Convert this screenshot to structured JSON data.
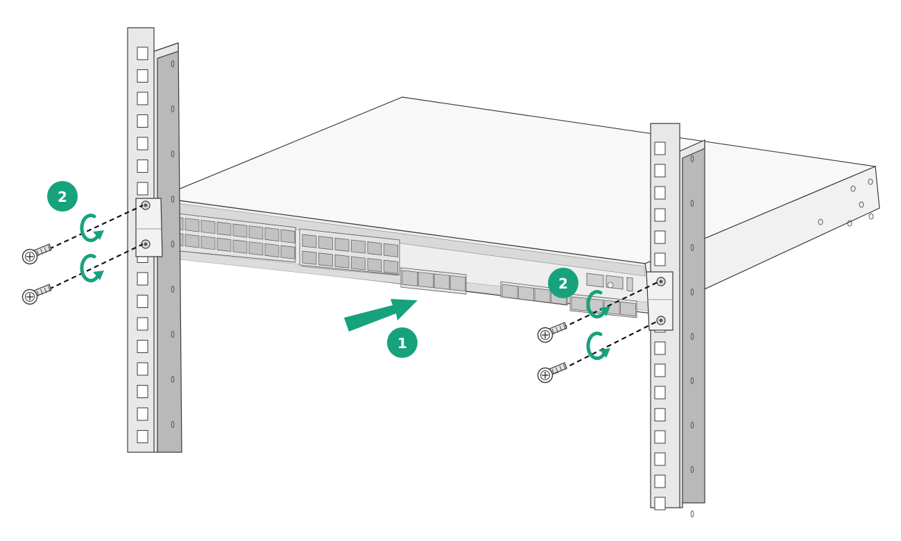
{
  "diagram": {
    "steps": [
      {
        "id": "insert",
        "label": "1"
      },
      {
        "id": "fasten-left",
        "label": "2"
      },
      {
        "id": "fasten-right",
        "label": "2"
      }
    ],
    "colors": {
      "accent": "#17a27e",
      "outline": "#3a3a3a",
      "rail_fill": "#e6e6e6",
      "rail_shade": "#b9b9b9",
      "chassis_fill": "#f7f7f7",
      "panel_fill": "#ebebeb",
      "port_fill": "#bdbdbd"
    },
    "icons": [
      "insert-arrow-icon",
      "rotate-arrow-icon",
      "screw-icon",
      "dashed-guide-line"
    ]
  }
}
